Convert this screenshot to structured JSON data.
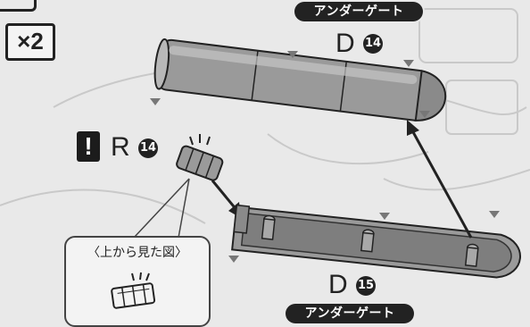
{
  "quantity_label": "×2",
  "warning_symbol": "!",
  "part_top": {
    "code": "D",
    "number": "14",
    "name": "アンダーゲート"
  },
  "part_small": {
    "code": "R",
    "number": "14"
  },
  "part_bottom": {
    "code": "D",
    "number": "15",
    "name": "アンダーゲート"
  },
  "inset_caption": "〈上から見た図〉",
  "colors": {
    "ink": "#222222",
    "part_gray": "#9a9a9a",
    "background": "#e9e9e9"
  }
}
